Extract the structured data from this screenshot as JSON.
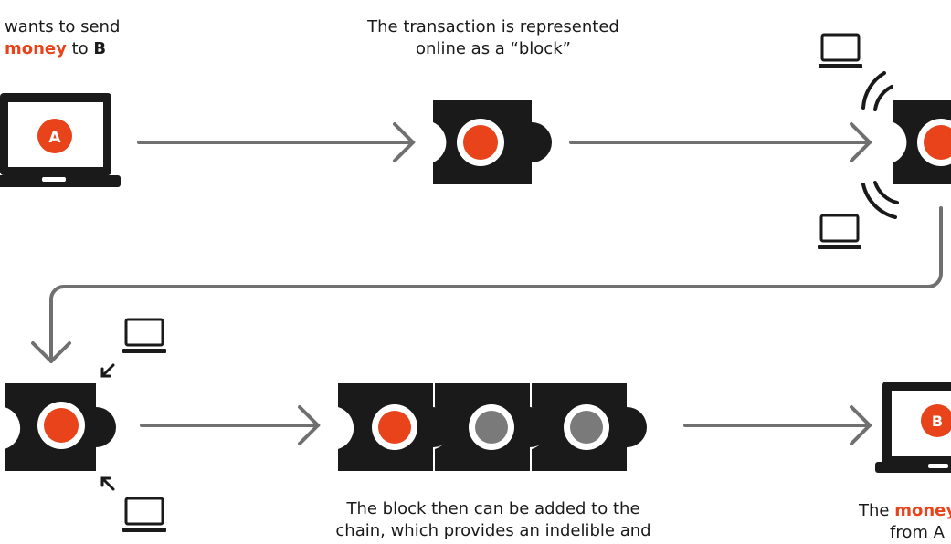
{
  "colors": {
    "accent": "#e8431a",
    "ink": "#1a1a1a",
    "arrow": "#707070",
    "grey_dot": "#7a7a7a"
  },
  "caption_top_left": {
    "line1": "wants to send",
    "money": "money",
    "to": " to ",
    "b": "B"
  },
  "caption_top_mid": {
    "line1": "The transaction is represented",
    "line2": "online as a “block”"
  },
  "caption_bottom_mid": {
    "line1": "The block then can be added to the",
    "line2": "chain, which provides an indelible and"
  },
  "caption_bottom_right": {
    "the": "The ",
    "money": "money",
    "line2": "from A"
  },
  "laptop_a_label": "A",
  "laptop_b_label": "B"
}
